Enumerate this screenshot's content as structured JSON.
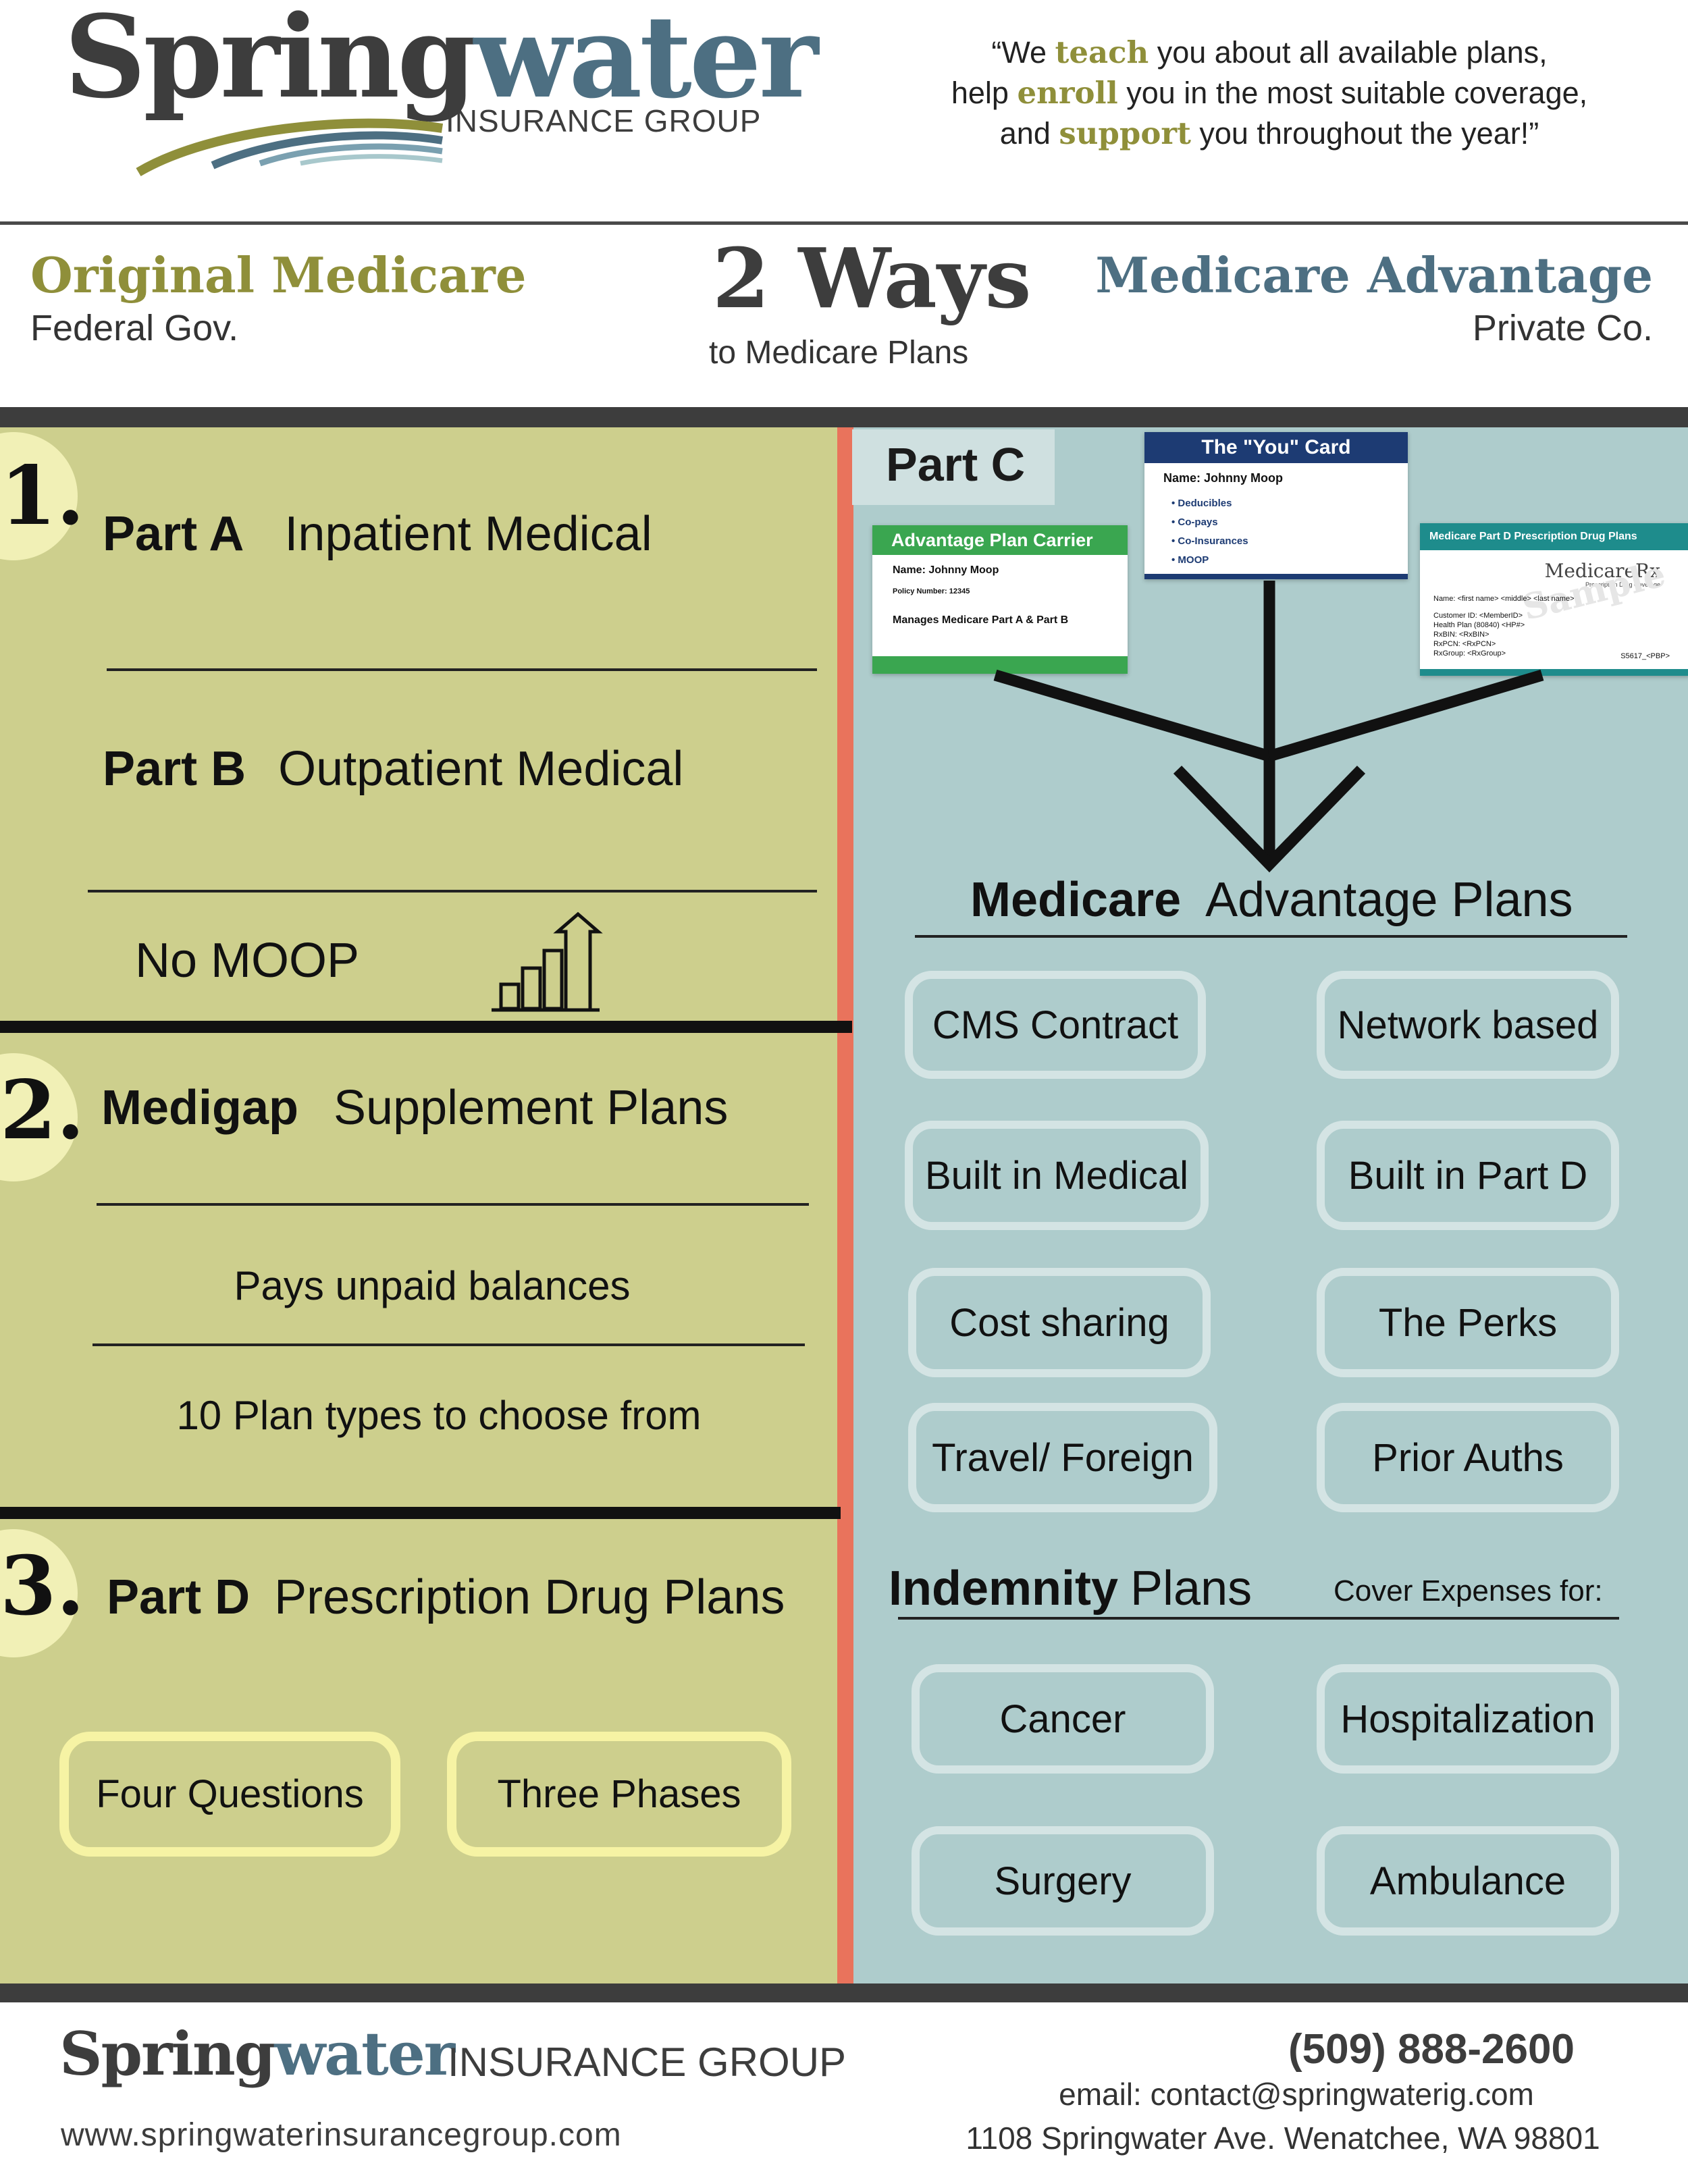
{
  "header": {
    "logo_part1": "Spring",
    "logo_part2": "water",
    "logo_sub": "INSURANCE GROUP",
    "tagline": {
      "l1a": "“We ",
      "l1b": "teach",
      "l1c": " you about all available plans,",
      "l2a": "help ",
      "l2b": "enroll",
      "l2c": " you in the most suitable coverage,",
      "l3a": "and ",
      "l3b": "support",
      "l3c": " you throughout the year!”"
    },
    "original_title": "Original Medicare",
    "original_sub": "Federal Gov.",
    "ways_title": "2 Ways",
    "ways_sub": "to Medicare Plans",
    "advantage_title": "Medicare Advantage",
    "advantage_sub": "Private Co."
  },
  "left": {
    "s1_num": "1.",
    "partA_label": "Part A",
    "partA_desc": "Inpatient Medical",
    "partB_label": "Part B",
    "partB_desc": "Outpatient Medical",
    "no_moop": "No MOOP",
    "s2_num": "2.",
    "medigap_label": "Medigap",
    "medigap_desc": "Supplement Plans",
    "pays": "Pays unpaid balances",
    "plan_types": "10 Plan types to choose from",
    "s3_num": "3.",
    "partD_label": "Part D",
    "partD_desc": "Prescription Drug Plans",
    "pill1": "Four Questions",
    "pill2": "Three Phases"
  },
  "right": {
    "partc": "Part C",
    "card_you": {
      "head": "The \"You\" Card",
      "name": "Name: Johnny Moop",
      "items": [
        "Deducibles",
        "Co-pays",
        "Co-Insurances",
        "MOOP"
      ]
    },
    "card_carrier": {
      "head": "Advantage Plan Carrier",
      "name": "Name: Johnny Moop",
      "policy": "Policy Number: 12345",
      "manages": "Manages Medicare Part A & Part B"
    },
    "card_drug": {
      "head": "Medicare Part D Prescription Drug Plans",
      "logo": "MedicareRx",
      "logo_sub": "Prescription Drug Coverage",
      "watermark": "Sample",
      "name": "Name: <first name> <middle> <last name>",
      "customer": "Customer ID: <MemberID>",
      "health": "Health Plan (80840) <HP#>",
      "rxbin": "RxBIN: <RxBIN>",
      "rxpcn": "RxPCN: <RxPCN>",
      "rxgroup": "RxGroup: <RxGroup>",
      "pbp": "S5617_<PBP>"
    },
    "ma_bold": "Medicare",
    "ma_rest": "Advantage Plans",
    "pills": [
      "CMS Contract",
      "Network based",
      "Built in Medical",
      "Built in Part D",
      "Cost sharing",
      "The Perks",
      "Travel/ Foreign",
      "Prior Auths"
    ],
    "indem_bold": "Indemnity",
    "indem_rest": "Plans",
    "cover": "Cover Expenses for:",
    "indem_pills": [
      "Cancer",
      "Hospitalization",
      "Surgery",
      "Ambulance"
    ]
  },
  "footer": {
    "logo_part1": "Spring",
    "logo_part2": "water",
    "group": "INSURANCE GROUP",
    "website": "www.springwaterinsurancegroup.com",
    "phone": "(509) 888-2600",
    "email": "email: contact@springwaterig.com",
    "address": "1108 Springwater Ave. Wenatchee, WA 98801"
  },
  "colors": {
    "olive": "#8f8f3a",
    "slate": "#4d6f82",
    "left_panel": "#cdcf8d",
    "right_panel": "#aecccc",
    "divider": "#e9735c"
  }
}
